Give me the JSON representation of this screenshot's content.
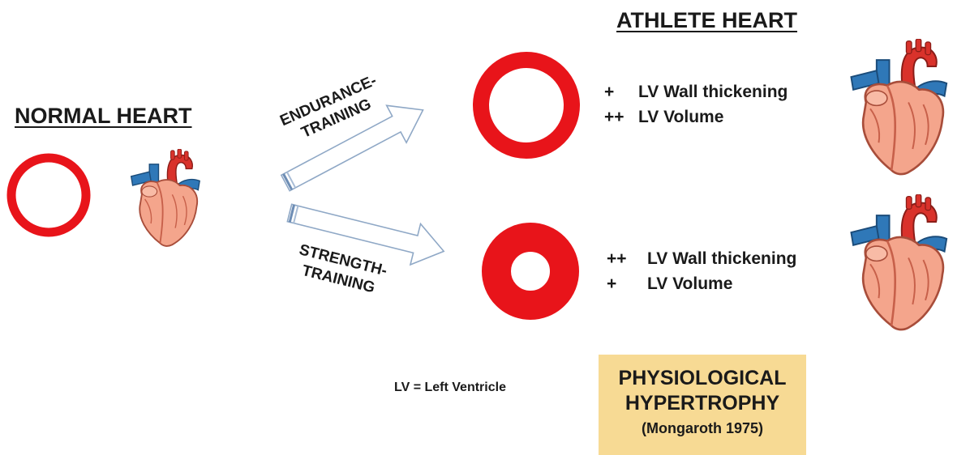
{
  "normal": {
    "title": "NORMAL HEART"
  },
  "athlete": {
    "title": "ATHLETE HEART"
  },
  "arrows": {
    "endurance": [
      "ENDURANCE-",
      "TRAINING"
    ],
    "strength": [
      "STRENGTH-",
      "TRAINING"
    ]
  },
  "endurance_effects": [
    {
      "sign": "+",
      "text": "LV Wall thickening"
    },
    {
      "sign": "++",
      "text": "LV Volume"
    }
  ],
  "strength_effects": [
    {
      "sign": "++",
      "text": "LV Wall thickening"
    },
    {
      "sign": "+",
      "text": "LV Volume"
    }
  ],
  "legend": "LV = Left Ventricle",
  "box": {
    "line1": "PHYSIOLOGICAL",
    "line2": "HYPERTROPHY",
    "citation": "(Mongaroth 1975)"
  },
  "colors": {
    "ring": "#e8141a",
    "box": "#f7da94",
    "arrow_stroke": "#8fa8c6"
  },
  "icons": [
    "heart-illustration"
  ]
}
